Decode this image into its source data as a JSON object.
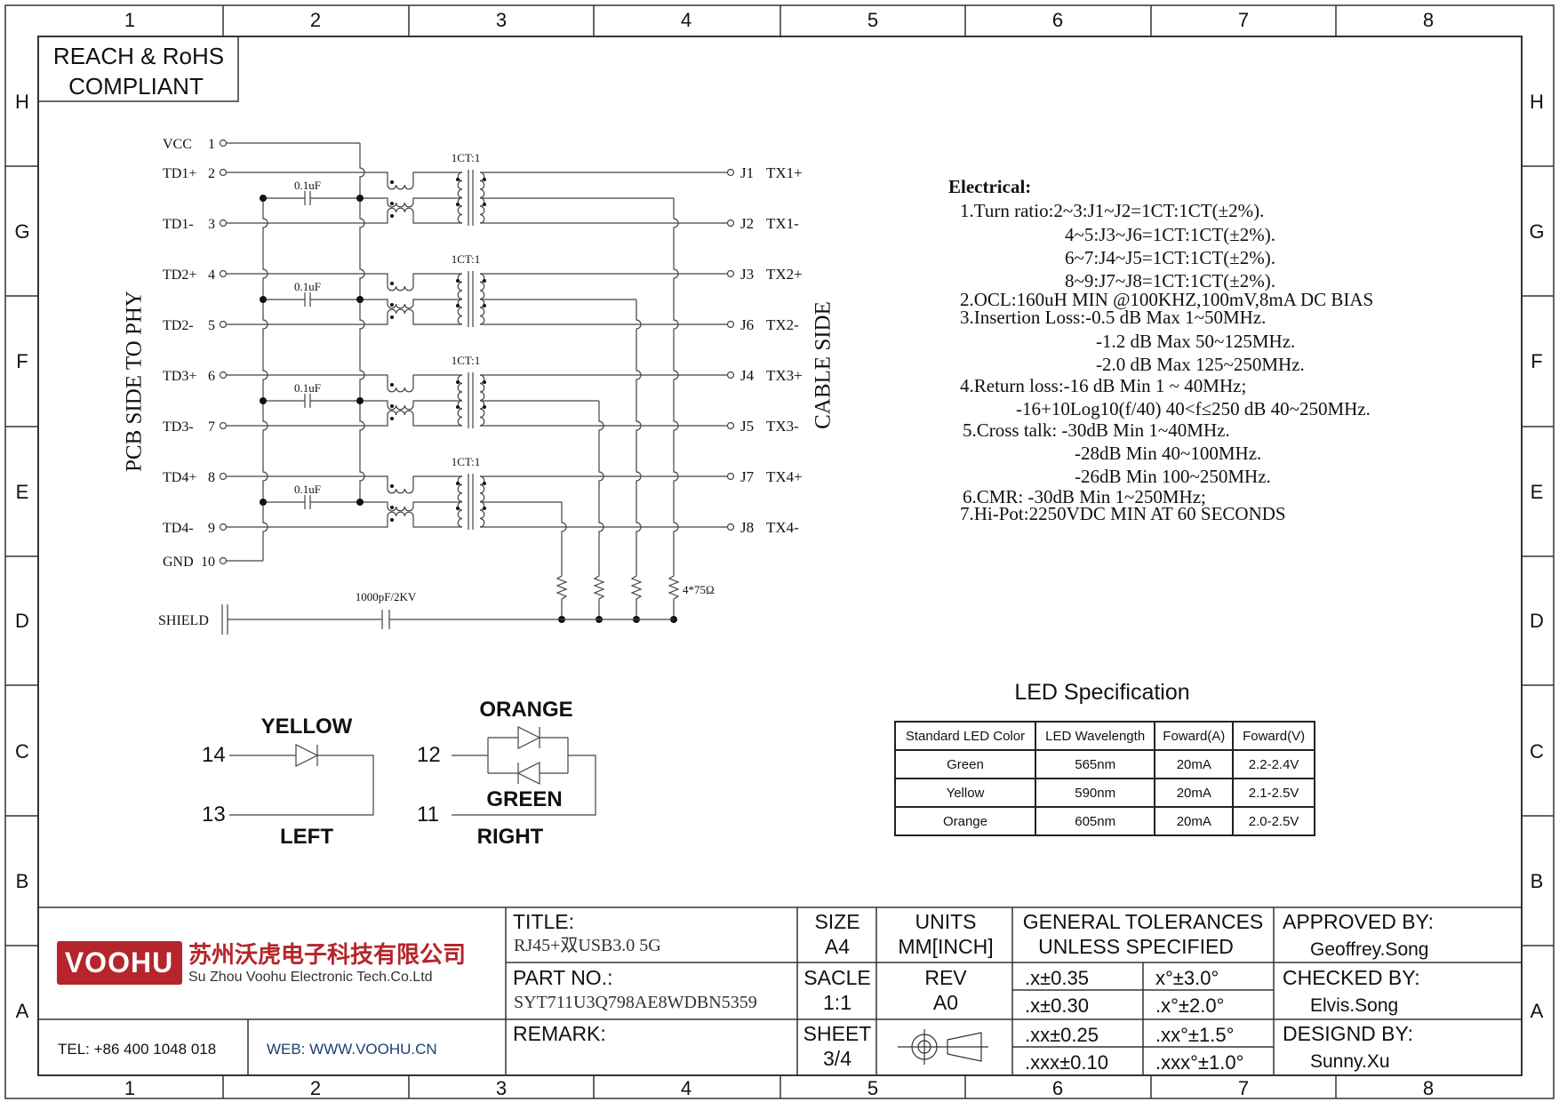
{
  "frame": {
    "columns": [
      "1",
      "2",
      "3",
      "4",
      "5",
      "6",
      "7",
      "8"
    ],
    "rows": [
      "H",
      "G",
      "F",
      "E",
      "D",
      "C",
      "B",
      "A"
    ]
  },
  "compliance": {
    "line1": "REACH & RoHS",
    "line2": "COMPLIANT"
  },
  "schematic": {
    "left_side_label": "PCB SIDE TO PHY",
    "cable_side_label": "CABLE SIDE",
    "left_pins": [
      {
        "name": "VCC",
        "num": "1"
      },
      {
        "name": "TD1+",
        "num": "2"
      },
      {
        "name": "TD1-",
        "num": "3"
      },
      {
        "name": "TD2+",
        "num": "4"
      },
      {
        "name": "TD2-",
        "num": "5"
      },
      {
        "name": "TD3+",
        "num": "6"
      },
      {
        "name": "TD3-",
        "num": "7"
      },
      {
        "name": "TD4+",
        "num": "8"
      },
      {
        "name": "TD4-",
        "num": "9"
      },
      {
        "name": "GND",
        "num": "10"
      }
    ],
    "right_pins": [
      {
        "pin": "J1",
        "signal": "TX1+"
      },
      {
        "pin": "J2",
        "signal": "TX1-"
      },
      {
        "pin": "J3",
        "signal": "TX2+"
      },
      {
        "pin": "J6",
        "signal": "TX2-"
      },
      {
        "pin": "J4",
        "signal": "TX3+"
      },
      {
        "pin": "J5",
        "signal": "TX3-"
      },
      {
        "pin": "J7",
        "signal": "TX4+"
      },
      {
        "pin": "J8",
        "signal": "TX4-"
      }
    ],
    "cap_label": "0.1uF",
    "ratio_label": "1CT:1",
    "shield_label": "SHIELD",
    "shield_cap_label": "1000pF/2KV",
    "resistor_label": "4*75Ω"
  },
  "electrical": {
    "title": "Electrical:",
    "lines": [
      "1.Turn ratio:2~3:J1~J2=1CT:1CT(±2%).",
      "4~5:J3~J6=1CT:1CT(±2%).",
      "6~7:J4~J5=1CT:1CT(±2%).",
      "8~9:J7~J8=1CT:1CT(±2%).",
      "2.OCL:160uH MIN @100KHZ,100mV,8mA DC BIAS",
      "3.Insertion Loss:-0.5 dB Max 1~50MHz.",
      "-1.2 dB Max 50~125MHz.",
      "-2.0 dB Max 125~250MHz.",
      "4.Return loss:-16 dB Min 1 ~ 40MHz;",
      "-16+10Log10(f/40) 40<f≤250 dB 40~250MHz.",
      "5.Cross talk:  -30dB Min 1~40MHz.",
      "-28dB Min 40~100MHz.",
      "-26dB Min 100~250MHz.",
      "6.CMR: -30dB Min 1~250MHz;",
      "7.Hi-Pot:2250VDC  MIN AT 60 SECONDS"
    ]
  },
  "led_diagram": {
    "left": {
      "pin_a": "14",
      "pin_b": "13",
      "color": "YELLOW",
      "side": "LEFT"
    },
    "right": {
      "pin_a": "12",
      "pin_b": "11",
      "color_top": "ORANGE",
      "color_bottom": "GREEN",
      "side": "RIGHT"
    }
  },
  "led_spec": {
    "title": "LED Specification",
    "headers": [
      "Standard LED Color",
      "LED Wavelength",
      "Foward(A)",
      "Foward(V)"
    ],
    "rows": [
      [
        "Green",
        "565nm",
        "20mA",
        "2.2-2.4V"
      ],
      [
        "Yellow",
        "590nm",
        "20mA",
        "2.1-2.5V"
      ],
      [
        "Orange",
        "605nm",
        "20mA",
        "2.0-2.5V"
      ]
    ]
  },
  "title_block": {
    "logo_text": "VOOHU",
    "company_cn": "苏州沃虎电子科技有限公司",
    "company_en": "Su Zhou Voohu Electronic Tech.Co.Ltd",
    "tel": "TEL: +86 400 1048 018",
    "web": "WEB: WWW.VOOHU.CN",
    "title_label": "TITLE:",
    "title_value": "RJ45+双USB3.0 5G",
    "part_label": "PART NO.:",
    "part_value": "SYT711U3Q798AE8WDBN5359",
    "remark_label": "REMARK:",
    "size_label": "SIZE",
    "size_value": "A4",
    "units_label": "UNITS",
    "units_value": "MM[INCH]",
    "scale_label": "SACLE",
    "scale_value": "1:1",
    "rev_label": "REV",
    "rev_value": "A0",
    "sheet_label": "SHEET",
    "sheet_value": "3/4",
    "tol_header1": "GENERAL TOLERANCES",
    "tol_header2": "UNLESS SPECIFIED",
    "tolerances": [
      [
        ".x±0.35",
        "x°±3.0°"
      ],
      [
        ".x±0.30",
        ".x°±2.0°"
      ],
      [
        ".xx±0.25",
        ".xx°±1.5°"
      ],
      [
        ".xxx±0.10",
        ".xxx°±1.0°"
      ]
    ],
    "approved_label": "APPROVED BY:",
    "approved_name": "Geoffrey.Song",
    "checked_label": "CHECKED BY:",
    "checked_name": "Elvis.Song",
    "designed_label": "DESIGND BY:",
    "designed_name": "Sunny.Xu"
  },
  "colors": {
    "logo_red": "#b5252b",
    "web_blue": "#1d3f72",
    "line": "#222222"
  }
}
